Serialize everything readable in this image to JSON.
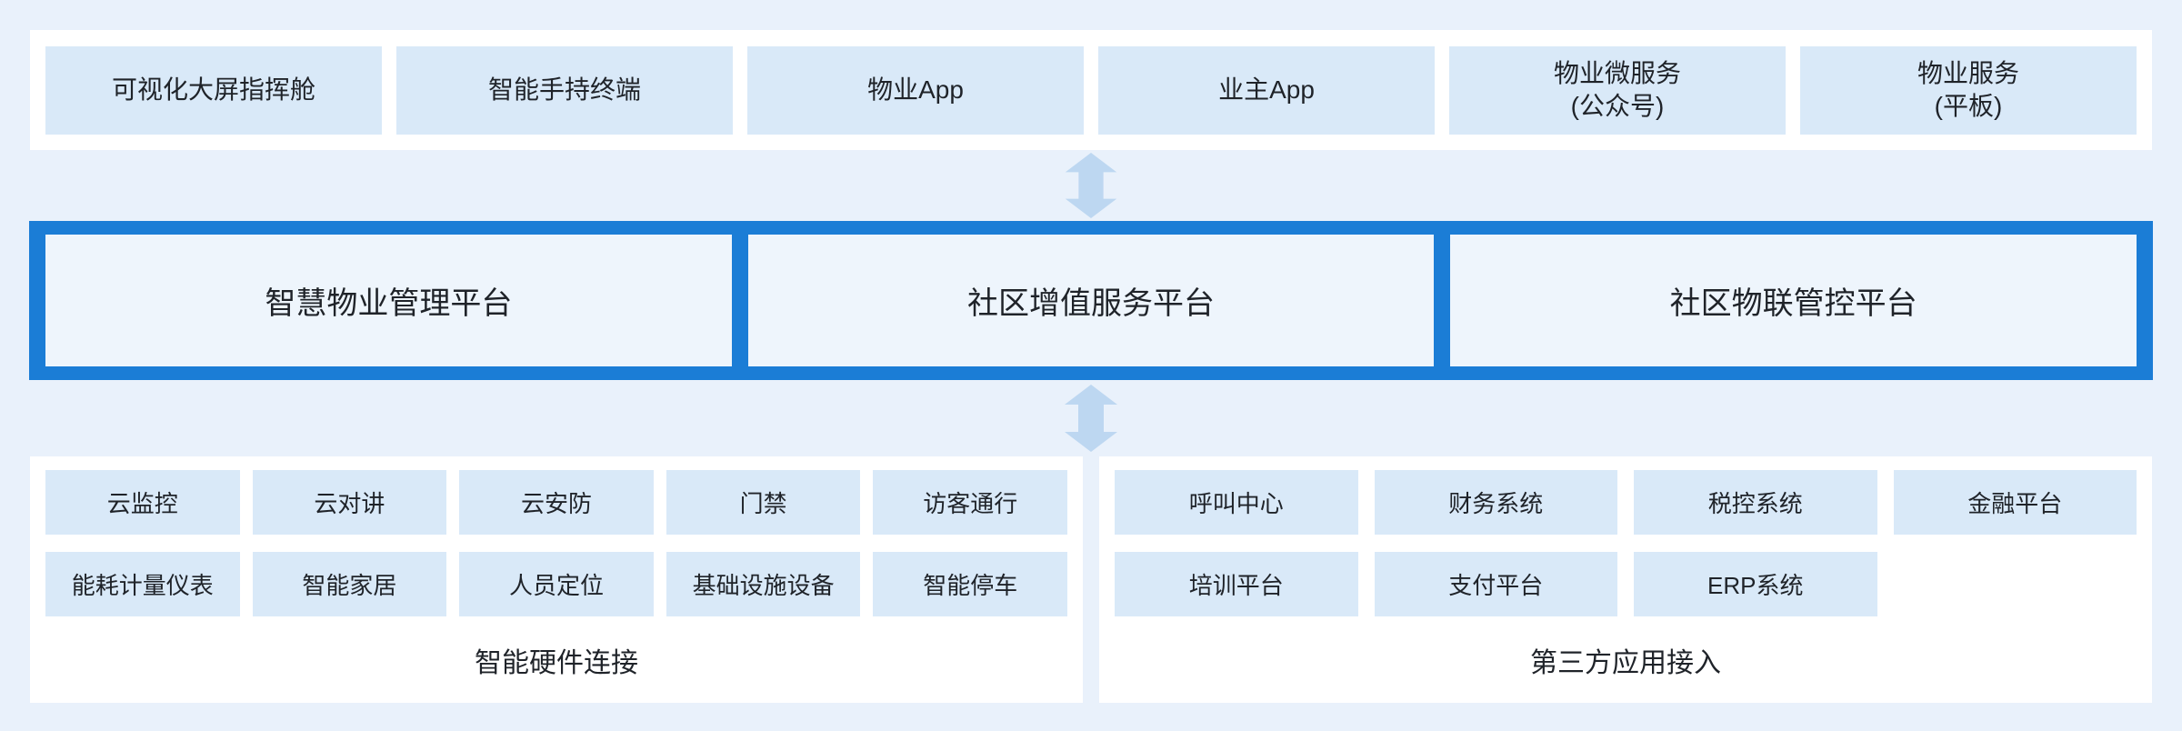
{
  "colors": {
    "page_bg": "#e9f1fb",
    "panel_bg": "#ffffff",
    "box_bg": "#d9e9f8",
    "accent_blue": "#1b7dd6",
    "platform_bg": "#eef5fc",
    "arrow_blue": "#bdd7f1",
    "text": "#1f2329"
  },
  "icons": {
    "connector": "up-down-double-arrow"
  },
  "terminal_layer": {
    "items": [
      "可视化大屏指挥舱",
      "智能手持终端",
      "物业App",
      "业主App",
      "物业微服务\n(公众号)",
      "物业服务\n(平板)"
    ]
  },
  "platform_layer": {
    "items": [
      "智慧物业管理平台",
      "社区增值服务平台",
      "社区物联管控平台"
    ]
  },
  "hardware_section": {
    "title": "智能硬件连接",
    "items": [
      "云监控",
      "云对讲",
      "云安防",
      "门禁",
      "访客通行",
      "能耗计量仪表",
      "智能家居",
      "人员定位",
      "基础设施设备",
      "智能停车"
    ]
  },
  "third_party_section": {
    "title": "第三方应用接入",
    "items": [
      "呼叫中心",
      "财务系统",
      "税控系统",
      "金融平台",
      "培训平台",
      "支付平台",
      "ERP系统"
    ]
  }
}
